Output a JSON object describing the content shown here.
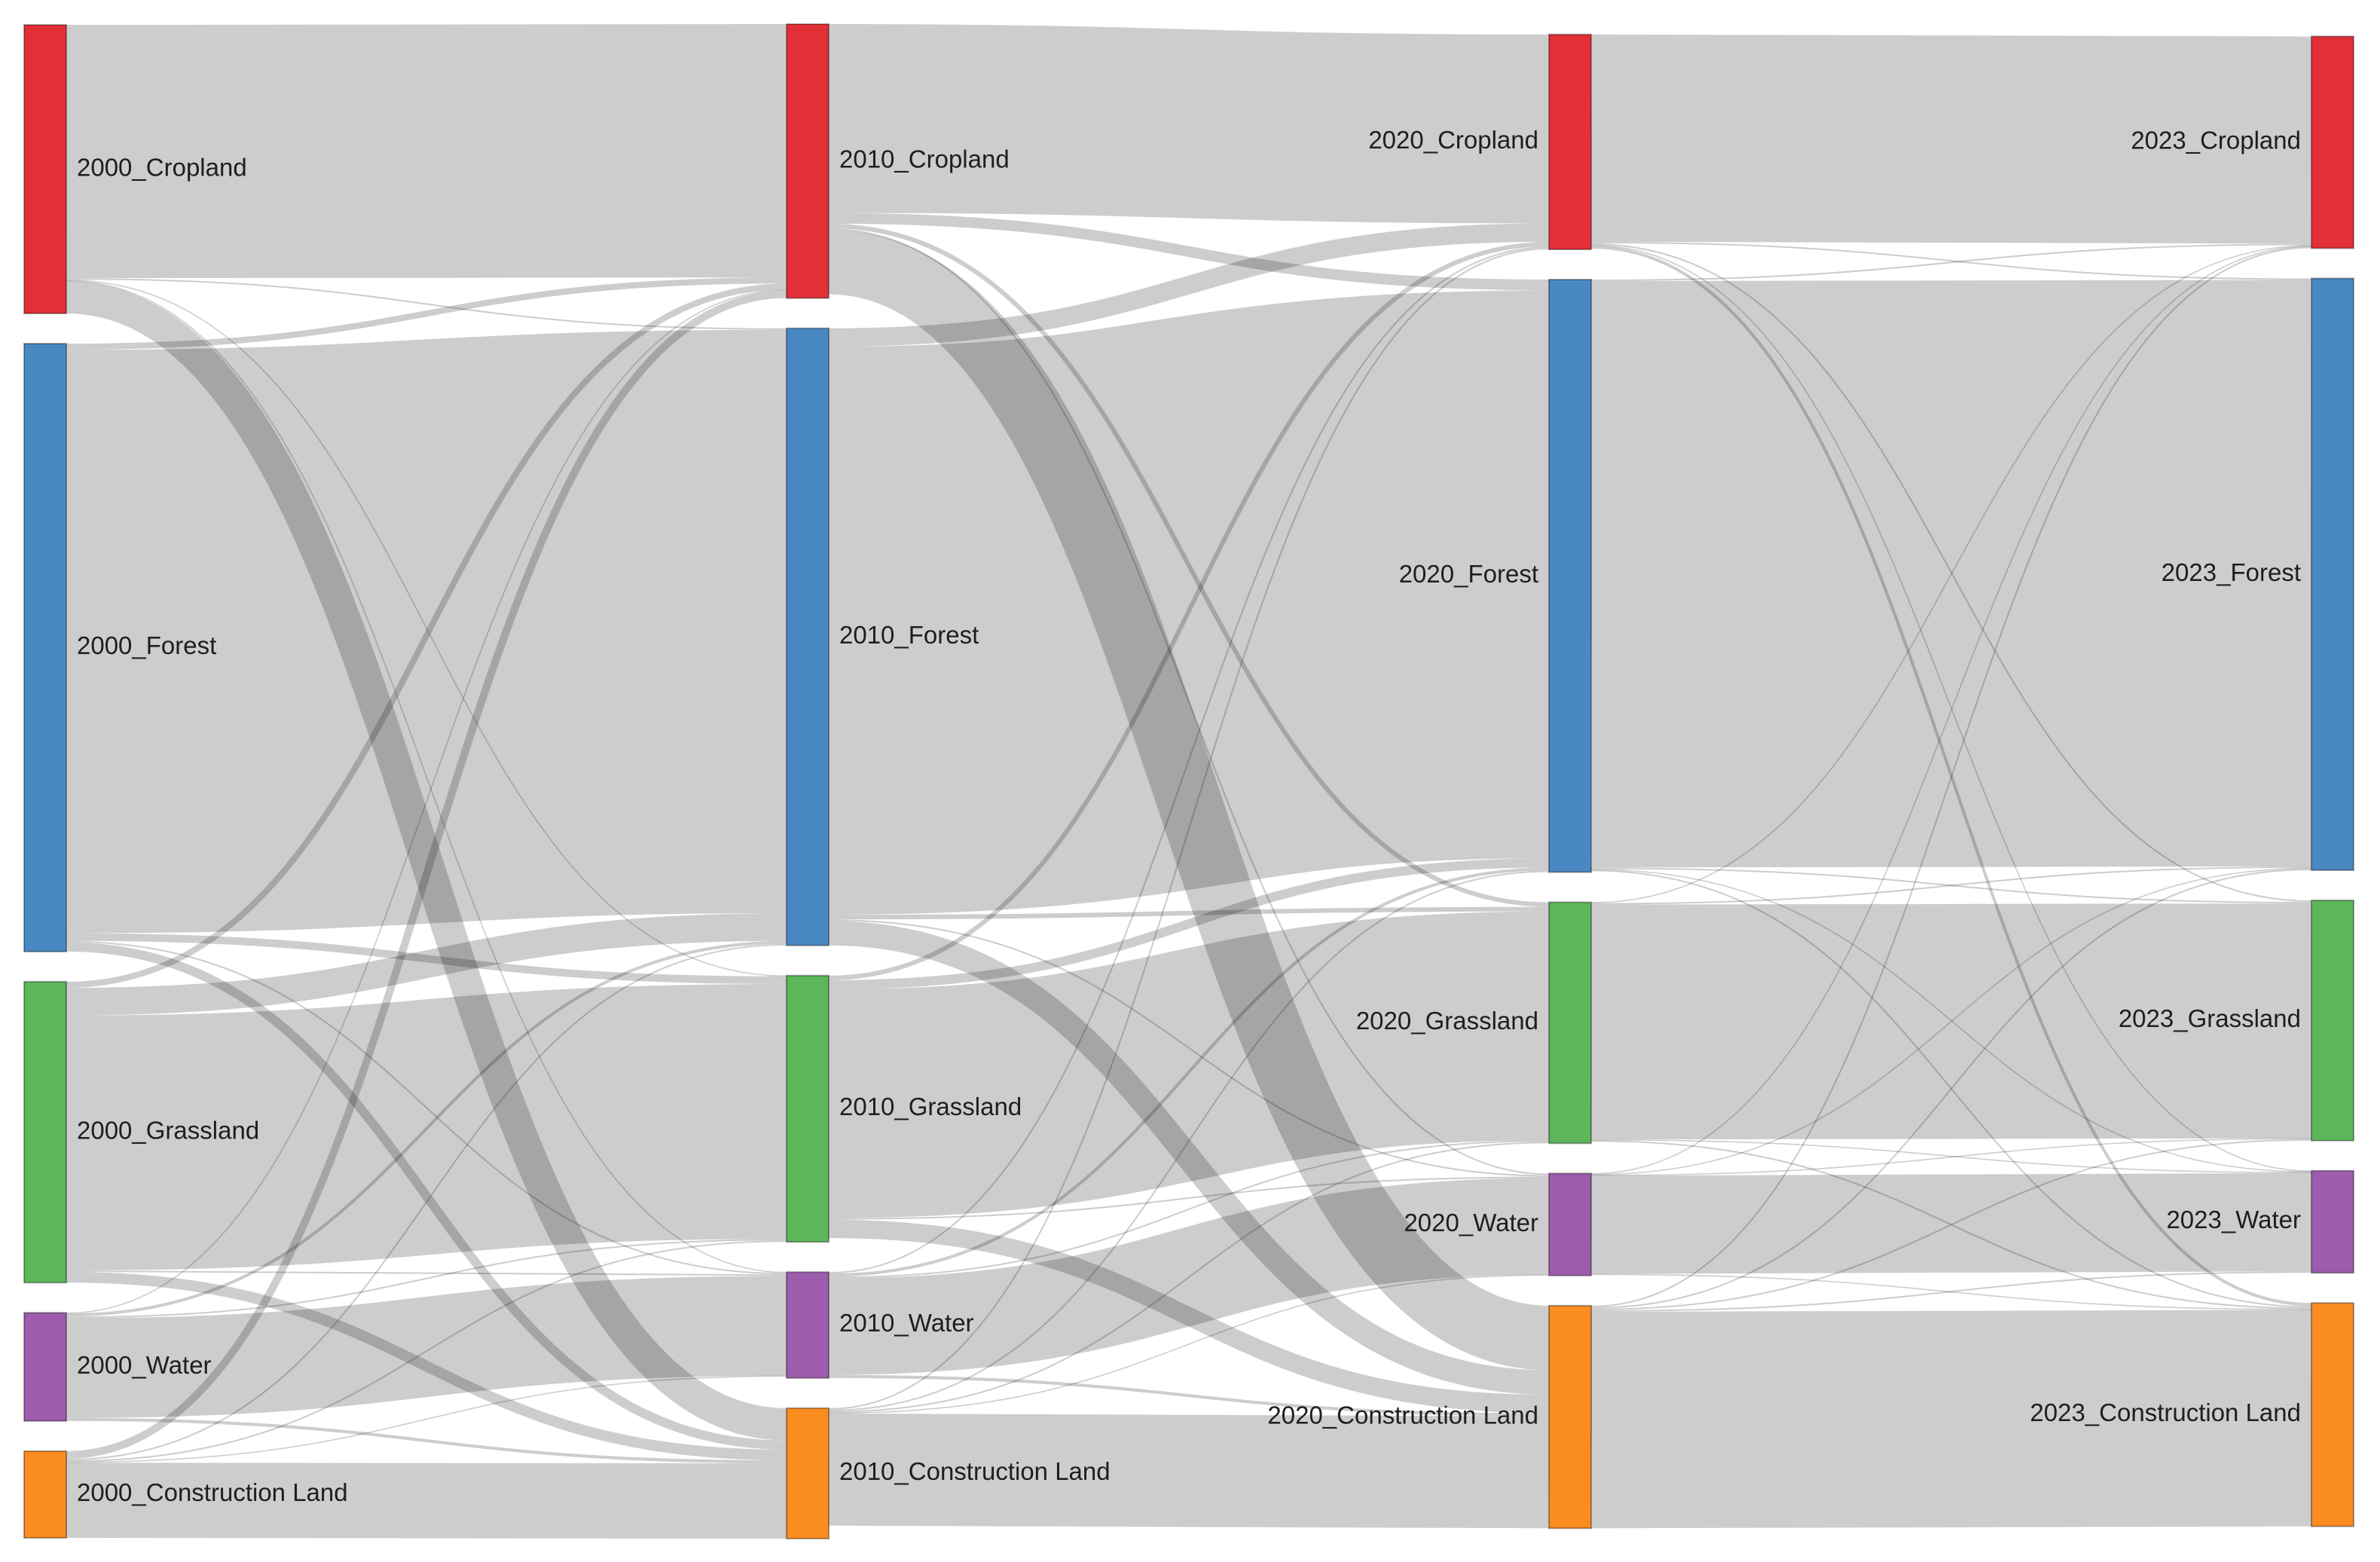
{
  "chart_data": {
    "type": "sankey",
    "title": "",
    "stages": [
      "2000",
      "2010",
      "2020",
      "2023"
    ],
    "categories": [
      "Cropland",
      "Forest",
      "Grassland",
      "Water",
      "Construction Land"
    ],
    "colors": {
      "Cropland": "#e32f36",
      "Forest": "#4a88c3",
      "Grassland": "#5db65a",
      "Water": "#9d5cac",
      "Construction Land": "#fb8c1f"
    },
    "nodes": [
      {
        "id": "2000_Cropland",
        "label": "2000_Cropland",
        "stage": 0,
        "category": "Cropland"
      },
      {
        "id": "2000_Forest",
        "label": "2000_Forest",
        "stage": 0,
        "category": "Forest"
      },
      {
        "id": "2000_Grassland",
        "label": "2000_Grassland",
        "stage": 0,
        "category": "Grassland"
      },
      {
        "id": "2000_Water",
        "label": "2000_Water",
        "stage": 0,
        "category": "Water"
      },
      {
        "id": "2000_Construction Land",
        "label": "2000_Construction Land",
        "stage": 0,
        "category": "Construction Land"
      },
      {
        "id": "2010_Cropland",
        "label": "2010_Cropland",
        "stage": 1,
        "category": "Cropland"
      },
      {
        "id": "2010_Forest",
        "label": "2010_Forest",
        "stage": 1,
        "category": "Forest"
      },
      {
        "id": "2010_Grassland",
        "label": "2010_Grassland",
        "stage": 1,
        "category": "Grassland"
      },
      {
        "id": "2010_Water",
        "label": "2010_Water",
        "stage": 1,
        "category": "Water"
      },
      {
        "id": "2010_Construction Land",
        "label": "2010_Construction Land",
        "stage": 1,
        "category": "Construction Land"
      },
      {
        "id": "2020_Cropland",
        "label": "2020_Cropland",
        "stage": 2,
        "category": "Cropland"
      },
      {
        "id": "2020_Forest",
        "label": "2020_Forest",
        "stage": 2,
        "category": "Forest"
      },
      {
        "id": "2020_Grassland",
        "label": "2020_Grassland",
        "stage": 2,
        "category": "Grassland"
      },
      {
        "id": "2020_Water",
        "label": "2020_Water",
        "stage": 2,
        "category": "Water"
      },
      {
        "id": "2020_Construction Land",
        "label": "2020_Construction Land",
        "stage": 2,
        "category": "Construction Land"
      },
      {
        "id": "2023_Cropland",
        "label": "2023_Cropland",
        "stage": 3,
        "category": "Cropland"
      },
      {
        "id": "2023_Forest",
        "label": "2023_Forest",
        "stage": 3,
        "category": "Forest"
      },
      {
        "id": "2023_Grassland",
        "label": "2023_Grassland",
        "stage": 3,
        "category": "Grassland"
      },
      {
        "id": "2023_Water",
        "label": "2023_Water",
        "stage": 3,
        "category": "Water"
      },
      {
        "id": "2023_Construction Land",
        "label": "2023_Construction Land",
        "stage": 3,
        "category": "Construction Land"
      }
    ],
    "links": [
      {
        "source": "2000_Cropland",
        "target": "2010_Cropland",
        "value": 165
      },
      {
        "source": "2000_Cropland",
        "target": "2010_Forest",
        "value": 1
      },
      {
        "source": "2000_Cropland",
        "target": "2010_Grassland",
        "value": 0.5
      },
      {
        "source": "2000_Cropland",
        "target": "2010_Water",
        "value": 0.5
      },
      {
        "source": "2000_Cropland",
        "target": "2010_Construction Land",
        "value": 21
      },
      {
        "source": "2000_Forest",
        "target": "2010_Cropland",
        "value": 4
      },
      {
        "source": "2000_Forest",
        "target": "2010_Forest",
        "value": 380
      },
      {
        "source": "2000_Forest",
        "target": "2010_Grassland",
        "value": 5
      },
      {
        "source": "2000_Forest",
        "target": "2010_Water",
        "value": 1
      },
      {
        "source": "2000_Forest",
        "target": "2010_Construction Land",
        "value": 6
      },
      {
        "source": "2000_Grassland",
        "target": "2010_Cropland",
        "value": 4
      },
      {
        "source": "2000_Grassland",
        "target": "2010_Forest",
        "value": 18
      },
      {
        "source": "2000_Grassland",
        "target": "2010_Grassland",
        "value": 166
      },
      {
        "source": "2000_Grassland",
        "target": "2010_Water",
        "value": 1
      },
      {
        "source": "2000_Grassland",
        "target": "2010_Construction Land",
        "value": 7
      },
      {
        "source": "2000_Water",
        "target": "2010_Cropland",
        "value": 0.5
      },
      {
        "source": "2000_Water",
        "target": "2010_Forest",
        "value": 2
      },
      {
        "source": "2000_Water",
        "target": "2010_Grassland",
        "value": 1
      },
      {
        "source": "2000_Water",
        "target": "2010_Water",
        "value": 65
      },
      {
        "source": "2000_Water",
        "target": "2010_Construction Land",
        "value": 2
      },
      {
        "source": "2000_Construction Land",
        "target": "2010_Cropland",
        "value": 5
      },
      {
        "source": "2000_Construction Land",
        "target": "2010_Forest",
        "value": 1
      },
      {
        "source": "2000_Construction Land",
        "target": "2010_Grassland",
        "value": 1
      },
      {
        "source": "2000_Construction Land",
        "target": "2010_Water",
        "value": 0.5
      },
      {
        "source": "2000_Construction Land",
        "target": "2010_Construction Land",
        "value": 49
      },
      {
        "source": "2010_Cropland",
        "target": "2020_Cropland",
        "value": 123
      },
      {
        "source": "2010_Cropland",
        "target": "2020_Forest",
        "value": 7
      },
      {
        "source": "2010_Cropland",
        "target": "2020_Grassland",
        "value": 3
      },
      {
        "source": "2010_Cropland",
        "target": "2020_Water",
        "value": 1
      },
      {
        "source": "2010_Cropland",
        "target": "2020_Construction Land",
        "value": 42
      },
      {
        "source": "2010_Forest",
        "target": "2020_Cropland",
        "value": 12
      },
      {
        "source": "2010_Forest",
        "target": "2020_Forest",
        "value": 370
      },
      {
        "source": "2010_Forest",
        "target": "2020_Grassland",
        "value": 3
      },
      {
        "source": "2010_Forest",
        "target": "2020_Water",
        "value": 1
      },
      {
        "source": "2010_Forest",
        "target": "2020_Construction Land",
        "value": 16
      },
      {
        "source": "2010_Grassland",
        "target": "2020_Cropland",
        "value": 3
      },
      {
        "source": "2010_Grassland",
        "target": "2020_Forest",
        "value": 6
      },
      {
        "source": "2010_Grassland",
        "target": "2020_Grassland",
        "value": 149
      },
      {
        "source": "2010_Grassland",
        "target": "2020_Water",
        "value": 1
      },
      {
        "source": "2010_Grassland",
        "target": "2020_Construction Land",
        "value": 12
      },
      {
        "source": "2010_Water",
        "target": "2020_Cropland",
        "value": 1
      },
      {
        "source": "2010_Water",
        "target": "2020_Forest",
        "value": 2
      },
      {
        "source": "2010_Water",
        "target": "2020_Grassland",
        "value": 1
      },
      {
        "source": "2010_Water",
        "target": "2020_Water",
        "value": 63
      },
      {
        "source": "2010_Water",
        "target": "2020_Construction Land",
        "value": 2
      },
      {
        "source": "2010_Construction Land",
        "target": "2020_Cropland",
        "value": 1
      },
      {
        "source": "2010_Construction Land",
        "target": "2020_Forest",
        "value": 1
      },
      {
        "source": "2010_Construction Land",
        "target": "2020_Grassland",
        "value": 1
      },
      {
        "source": "2010_Construction Land",
        "target": "2020_Water",
        "value": 0.5
      },
      {
        "source": "2010_Construction Land",
        "target": "2020_Construction Land",
        "value": 73
      },
      {
        "source": "2020_Cropland",
        "target": "2023_Cropland",
        "value": 135
      },
      {
        "source": "2020_Cropland",
        "target": "2023_Forest",
        "value": 1
      },
      {
        "source": "2020_Cropland",
        "target": "2023_Grassland",
        "value": 1
      },
      {
        "source": "2020_Cropland",
        "target": "2023_Water",
        "value": 0.5
      },
      {
        "source": "2020_Cropland",
        "target": "2023_Construction Land",
        "value": 2
      },
      {
        "source": "2020_Forest",
        "target": "2023_Cropland",
        "value": 1
      },
      {
        "source": "2020_Forest",
        "target": "2023_Forest",
        "value": 382
      },
      {
        "source": "2020_Forest",
        "target": "2023_Grassland",
        "value": 1
      },
      {
        "source": "2020_Forest",
        "target": "2023_Water",
        "value": 0.5
      },
      {
        "source": "2020_Forest",
        "target": "2023_Construction Land",
        "value": 1
      },
      {
        "source": "2020_Grassland",
        "target": "2023_Cropland",
        "value": 0.5
      },
      {
        "source": "2020_Grassland",
        "target": "2023_Forest",
        "value": 1
      },
      {
        "source": "2020_Grassland",
        "target": "2023_Grassland",
        "value": 153
      },
      {
        "source": "2020_Grassland",
        "target": "2023_Water",
        "value": 0.5
      },
      {
        "source": "2020_Grassland",
        "target": "2023_Construction Land",
        "value": 1
      },
      {
        "source": "2020_Water",
        "target": "2023_Cropland",
        "value": 0.5
      },
      {
        "source": "2020_Water",
        "target": "2023_Forest",
        "value": 0.5
      },
      {
        "source": "2020_Water",
        "target": "2023_Grassland",
        "value": 0.5
      },
      {
        "source": "2020_Water",
        "target": "2023_Water",
        "value": 64
      },
      {
        "source": "2020_Water",
        "target": "2023_Construction Land",
        "value": 0.5
      },
      {
        "source": "2020_Construction Land",
        "target": "2023_Cropland",
        "value": 1
      },
      {
        "source": "2020_Construction Land",
        "target": "2023_Forest",
        "value": 1
      },
      {
        "source": "2020_Construction Land",
        "target": "2023_Grassland",
        "value": 1
      },
      {
        "source": "2020_Construction Land",
        "target": "2023_Water",
        "value": 1
      },
      {
        "source": "2020_Construction Land",
        "target": "2023_Construction Land",
        "value": 141
      }
    ]
  }
}
